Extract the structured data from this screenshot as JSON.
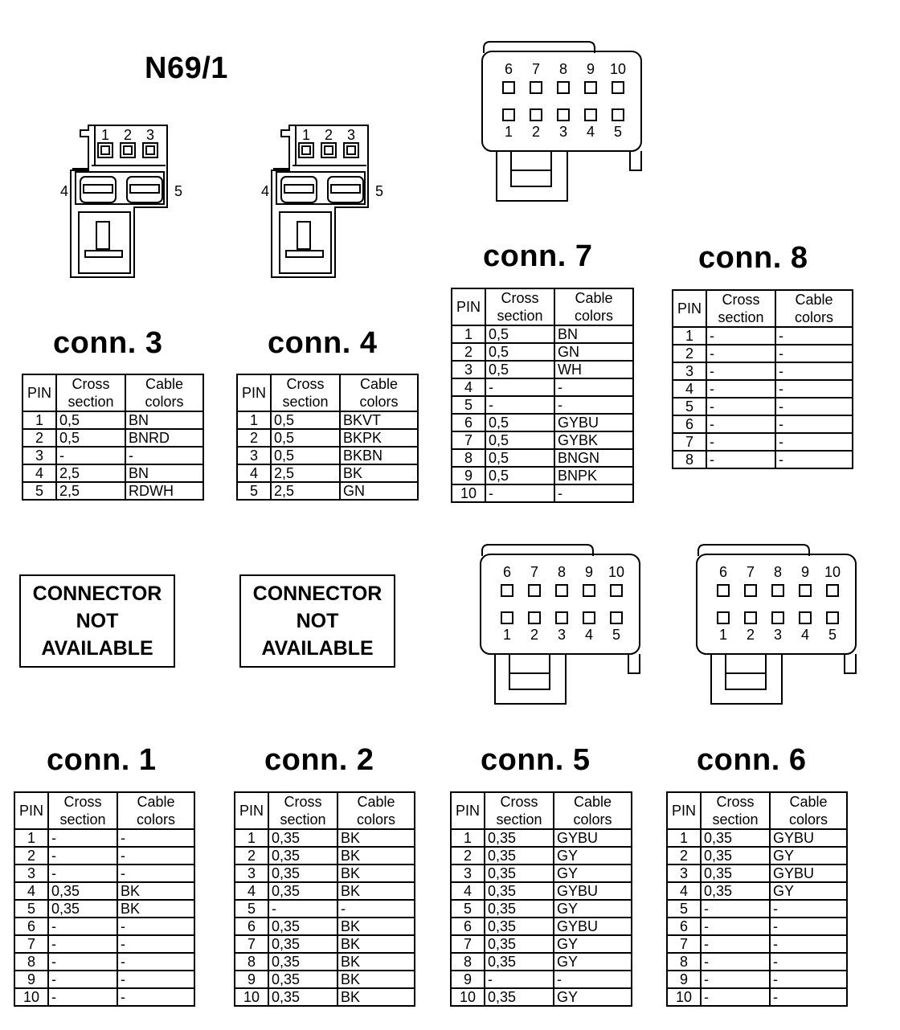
{
  "main_title": "N69/1",
  "column_headers": {
    "pin": "PIN",
    "cross": "Cross\nsection",
    "colors": "Cable\ncolors"
  },
  "not_available_text": "CONNECTOR\nNOT\nAVAILABLE",
  "connector_small": {
    "top_pins": [
      "1",
      "2",
      "3"
    ],
    "left_pin": "4",
    "right_pin": "5"
  },
  "connector_10pin": {
    "top_pins": [
      "6",
      "7",
      "8",
      "9",
      "10"
    ],
    "bottom_pins": [
      "1",
      "2",
      "3",
      "4",
      "5"
    ]
  },
  "connectors": {
    "conn3": {
      "title": "conn. 3",
      "rows": [
        [
          "1",
          "0,5",
          "BN"
        ],
        [
          "2",
          "0,5",
          "BNRD"
        ],
        [
          "3",
          "-",
          "-"
        ],
        [
          "4",
          "2,5",
          "BN"
        ],
        [
          "5",
          "2,5",
          "RDWH"
        ]
      ]
    },
    "conn4": {
      "title": "conn. 4",
      "rows": [
        [
          "1",
          "0,5",
          "BKVT"
        ],
        [
          "2",
          "0,5",
          "BKPK"
        ],
        [
          "3",
          "0,5",
          "BKBN"
        ],
        [
          "4",
          "2,5",
          "BK"
        ],
        [
          "5",
          "2,5",
          "GN"
        ]
      ]
    },
    "conn7": {
      "title": "conn. 7",
      "rows": [
        [
          "1",
          "0,5",
          "BN"
        ],
        [
          "2",
          "0,5",
          "GN"
        ],
        [
          "3",
          "0,5",
          "WH"
        ],
        [
          "4",
          "-",
          "-"
        ],
        [
          "5",
          "-",
          "-"
        ],
        [
          "6",
          "0,5",
          "GYBU"
        ],
        [
          "7",
          "0,5",
          "GYBK"
        ],
        [
          "8",
          "0,5",
          "BNGN"
        ],
        [
          "9",
          "0,5",
          "BNPK"
        ],
        [
          "10",
          "-",
          "-"
        ]
      ]
    },
    "conn8": {
      "title": "conn.  8",
      "rows": [
        [
          "1",
          "-",
          "-"
        ],
        [
          "2",
          "-",
          "-"
        ],
        [
          "3",
          "-",
          "-"
        ],
        [
          "4",
          "-",
          "-"
        ],
        [
          "5",
          "-",
          "-"
        ],
        [
          "6",
          "-",
          "-"
        ],
        [
          "7",
          "-",
          "-"
        ],
        [
          "8",
          "-",
          "-"
        ]
      ]
    },
    "conn1": {
      "title": "conn. 1",
      "rows": [
        [
          "1",
          "-",
          "-"
        ],
        [
          "2",
          "-",
          "-"
        ],
        [
          "3",
          "-",
          "-"
        ],
        [
          "4",
          "0,35",
          "BK"
        ],
        [
          "5",
          "0,35",
          "BK"
        ],
        [
          "6",
          "-",
          "-"
        ],
        [
          "7",
          "-",
          "-"
        ],
        [
          "8",
          "-",
          "-"
        ],
        [
          "9",
          "-",
          "-"
        ],
        [
          "10",
          "-",
          "-"
        ]
      ]
    },
    "conn2": {
      "title": "conn. 2",
      "rows": [
        [
          "1",
          "0,35",
          "BK"
        ],
        [
          "2",
          "0,35",
          "BK"
        ],
        [
          "3",
          "0,35",
          "BK"
        ],
        [
          "4",
          "0,35",
          "BK"
        ],
        [
          "5",
          "-",
          "-"
        ],
        [
          "6",
          "0,35",
          "BK"
        ],
        [
          "7",
          "0,35",
          "BK"
        ],
        [
          "8",
          "0,35",
          "BK"
        ],
        [
          "9",
          "0,35",
          "BK"
        ],
        [
          "10",
          "0,35",
          "BK"
        ]
      ]
    },
    "conn5": {
      "title": "conn. 5",
      "rows": [
        [
          "1",
          "0,35",
          "GYBU"
        ],
        [
          "2",
          "0,35",
          "GY"
        ],
        [
          "3",
          "0,35",
          "GY"
        ],
        [
          "4",
          "0,35",
          "GYBU"
        ],
        [
          "5",
          "0,35",
          "GY"
        ],
        [
          "6",
          "0,35",
          "GYBU"
        ],
        [
          "7",
          "0,35",
          "GY"
        ],
        [
          "8",
          "0,35",
          "GY"
        ],
        [
          "9",
          "-",
          "-"
        ],
        [
          "10",
          "0,35",
          "GY"
        ]
      ]
    },
    "conn6": {
      "title": "conn. 6",
      "rows": [
        [
          "1",
          "0,35",
          "GYBU"
        ],
        [
          "2",
          "0,35",
          "GY"
        ],
        [
          "3",
          "0,35",
          "GYBU"
        ],
        [
          "4",
          "0,35",
          "GY"
        ],
        [
          "5",
          "-",
          "-"
        ],
        [
          "6",
          "-",
          "-"
        ],
        [
          "7",
          "-",
          "-"
        ],
        [
          "8",
          "-",
          "-"
        ],
        [
          "9",
          "-",
          "-"
        ],
        [
          "10",
          "-",
          "-"
        ]
      ]
    }
  }
}
